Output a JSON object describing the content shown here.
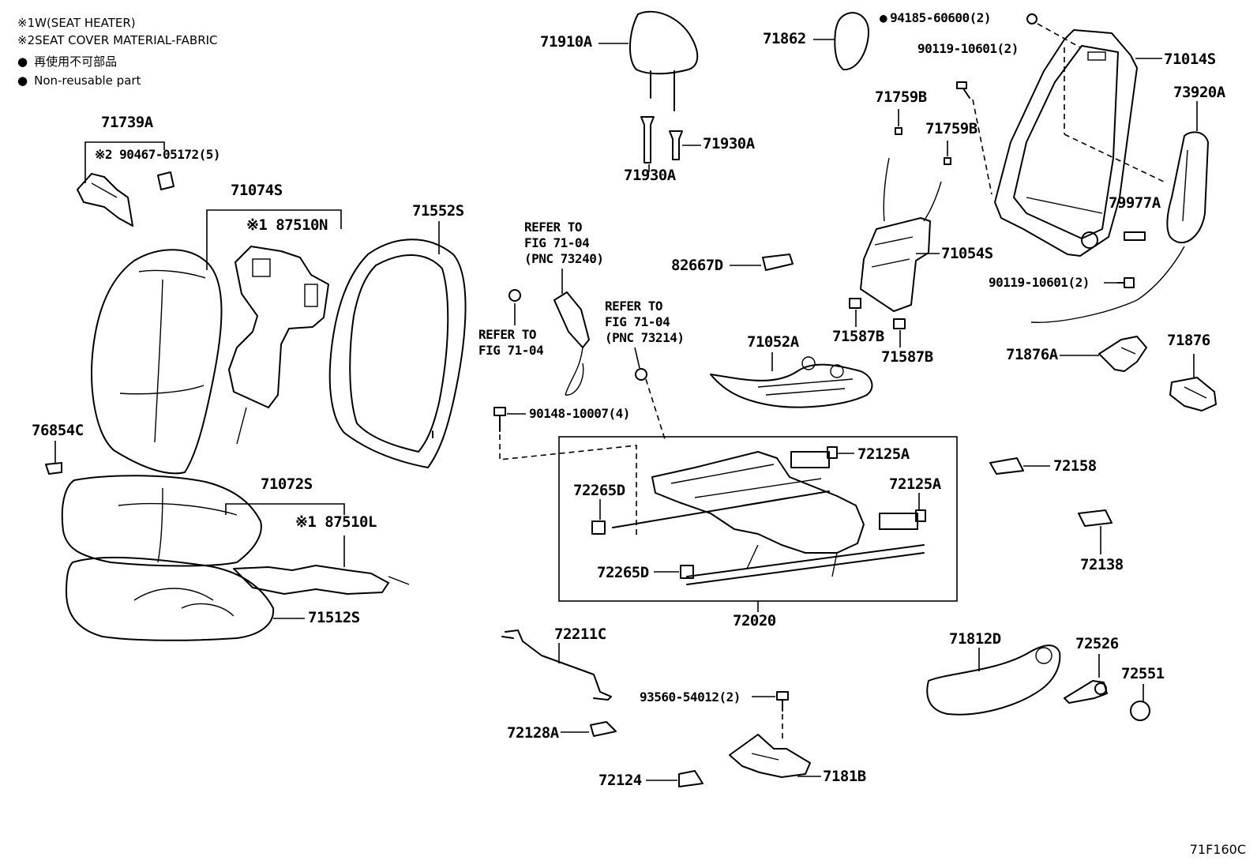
{
  "notes": {
    "n1": {
      "mark": "※1",
      "text": "W(SEAT HEATER)"
    },
    "n2": {
      "mark": "※2",
      "text": "SEAT COVER MATERIAL-FABRIC"
    },
    "n3": {
      "mark": "●",
      "text": "再使用不可部品"
    },
    "n4": {
      "mark": "●",
      "text": "Non-reusable part"
    }
  },
  "labels": {
    "p71910A": "71910A",
    "p71930A_a": "71930A",
    "p71930A_b": "71930A",
    "p71862": "71862",
    "p94185": "94185-60600(2)",
    "p90119_a": "90119-10601(2)",
    "p71014S": "71014S",
    "p73920A": "73920A",
    "p71759B_a": "71759B",
    "p71759B_b": "71759B",
    "p79977A": "79977A",
    "p71739A": "71739A",
    "p90467": "※2 90467-05172(5)",
    "p71074S": "71074S",
    "p87510N": "※1 87510N",
    "p71552S": "71552S",
    "p82667D": "82667D",
    "p71054S": "71054S",
    "p90119_b": "90119-10601(2)",
    "p71587B_a": "71587B",
    "p71587B_b": "71587B",
    "p71876A": "71876A",
    "p71876": "71876",
    "p71052A": "71052A",
    "p90148": "90148-10007(4)",
    "p76854C": "76854C",
    "p71072S": "71072S",
    "p87510L": "※1 87510L",
    "p71512S": "71512S",
    "p72125A_a": "72125A",
    "p72125A_b": "72125A",
    "p72158": "72158",
    "p72265D_a": "72265D",
    "p72265D_b": "72265D",
    "p72138": "72138",
    "p72020": "72020",
    "p72211C": "72211C",
    "p71812D": "71812D",
    "p72526": "72526",
    "p72551": "72551",
    "p93560": "93560-54012(2)",
    "p72128A": "72128A",
    "p72124": "72124",
    "p7181B": "7181B"
  },
  "refs": {
    "r1": [
      "REFER TO",
      "FIG 71-04",
      "(PNC 73240)"
    ],
    "r2": [
      "REFER TO",
      "FIG 71-04",
      "(PNC 73214)"
    ],
    "r3": [
      "REFER TO",
      "FIG 71-04"
    ]
  },
  "non_reusable": [
    "p94185"
  ],
  "illustration_code": "71F160C"
}
